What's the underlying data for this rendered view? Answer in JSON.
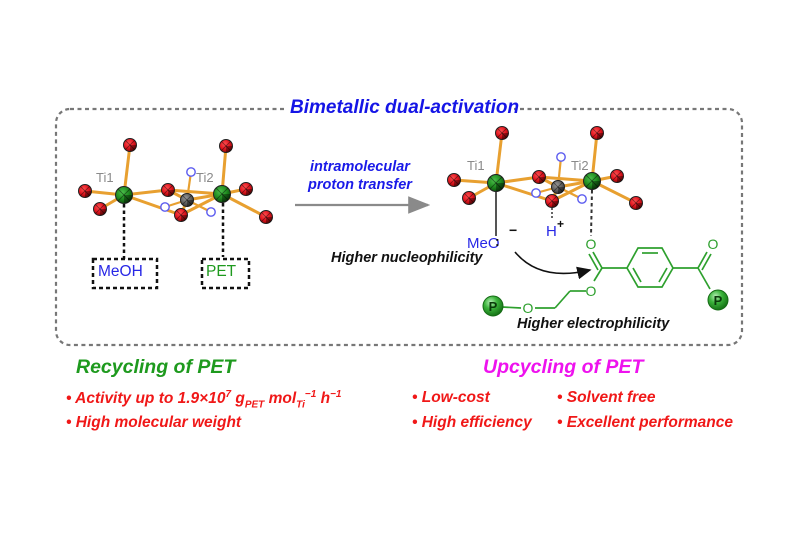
{
  "title": "Bimetallic dual-activation",
  "arrow": {
    "line1": "intramolecular",
    "line2": "proton transfer"
  },
  "left_complex": {
    "ti1_label": "Ti1",
    "ti2_label": "Ti2",
    "box1_label": "MeOH",
    "box2_label": "PET"
  },
  "right_complex": {
    "ti1_label": "Ti1",
    "ti2_label": "Ti2",
    "methoxide_label": "MeO",
    "methoxide_charge": "−",
    "proton_label": "H",
    "proton_charge": "+",
    "nucleophile_note": "Higher nucleophilicity",
    "electrophile_note": "Higher electrophilicity",
    "polymer_end_label": "P",
    "oxygen_label": "O"
  },
  "recycling": {
    "heading": "Recycling of PET",
    "bullets": [
      {
        "prefix": "• Activity up to 1.9×10",
        "sup1": "7",
        "mid1": " g",
        "sub1": "PET",
        "mid2": " mol",
        "sub2": "Ti",
        "sup2": "−1",
        "mid3": " h",
        "sup3": "−1"
      },
      {
        "text": "• High molecular weight"
      }
    ]
  },
  "upcycling": {
    "heading": "Upcycling of PET",
    "bullets": [
      "• Low-cost",
      "• Solvent free",
      "• High efficiency",
      "• Excellent performance"
    ]
  },
  "colors": {
    "title_blue": "#1515e6",
    "oxygen_red": "#e0141e",
    "titanium_green": "#1f8a1f",
    "bond_orange": "#e8a030",
    "pet_green": "#2ea02e",
    "bullet_red": "#f01818",
    "upcycling_magenta": "#ee12ee"
  }
}
